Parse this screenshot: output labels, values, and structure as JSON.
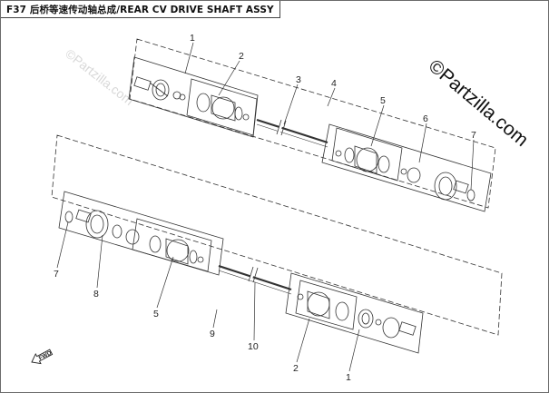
{
  "header": {
    "title": "F37 后桥等速传动轴总成/REAR CV DRIVE SHAFT ASSY"
  },
  "watermark": {
    "main": "©Partzilla.com",
    "faint": "©Partzilla.com"
  },
  "direction_arrow": {
    "label": "FWD"
  },
  "callouts": [
    {
      "id": "c1-top",
      "label": "1"
    },
    {
      "id": "c2-top",
      "label": "2"
    },
    {
      "id": "c3",
      "label": "3"
    },
    {
      "id": "c4",
      "label": "4"
    },
    {
      "id": "c5-top",
      "label": "5"
    },
    {
      "id": "c6",
      "label": "6"
    },
    {
      "id": "c7-top",
      "label": "7"
    },
    {
      "id": "c7-bottom",
      "label": "7"
    },
    {
      "id": "c8",
      "label": "8"
    },
    {
      "id": "c5-bottom",
      "label": "5"
    },
    {
      "id": "c9",
      "label": "9"
    },
    {
      "id": "c10",
      "label": "10"
    },
    {
      "id": "c2-bottom",
      "label": "2"
    },
    {
      "id": "c1-bottom",
      "label": "1"
    }
  ]
}
